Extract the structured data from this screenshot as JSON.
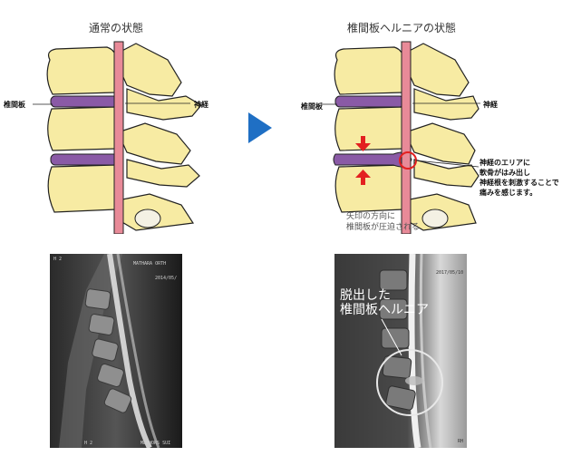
{
  "left_panel": {
    "title": "通常の状態",
    "disc_label": "椎間板",
    "nerve_label": "神経",
    "mri_text": {
      "top_left": "H 2",
      "top_right_1": "MATHARA ORTH",
      "top_right_2": "2014/05/",
      "bottom": "H 2",
      "bottom_right": "MEDHORS SUI"
    }
  },
  "right_panel": {
    "title": "椎間板ヘルニアの状態",
    "disc_label": "椎間板",
    "nerve_label": "神経",
    "note_lines": [
      "神経のエリアに",
      "軟骨がはみ出し",
      "神経根を刺激することで",
      "痛みを感じます。"
    ],
    "caption_lines": [
      "矢印の方向に",
      "椎間板が圧迫される"
    ],
    "mri_overlay_lines": [
      "脱出した",
      "椎間板ヘルニア"
    ],
    "mri_text": {
      "top_right": "2017/05/10",
      "bottom": "RH"
    }
  },
  "colors": {
    "bone": "#f7eba3",
    "disc": "#8a5aa6",
    "nerve": "#e88a98",
    "arrow_blue": "#1f6fc4",
    "arrow_red": "#e32020"
  }
}
